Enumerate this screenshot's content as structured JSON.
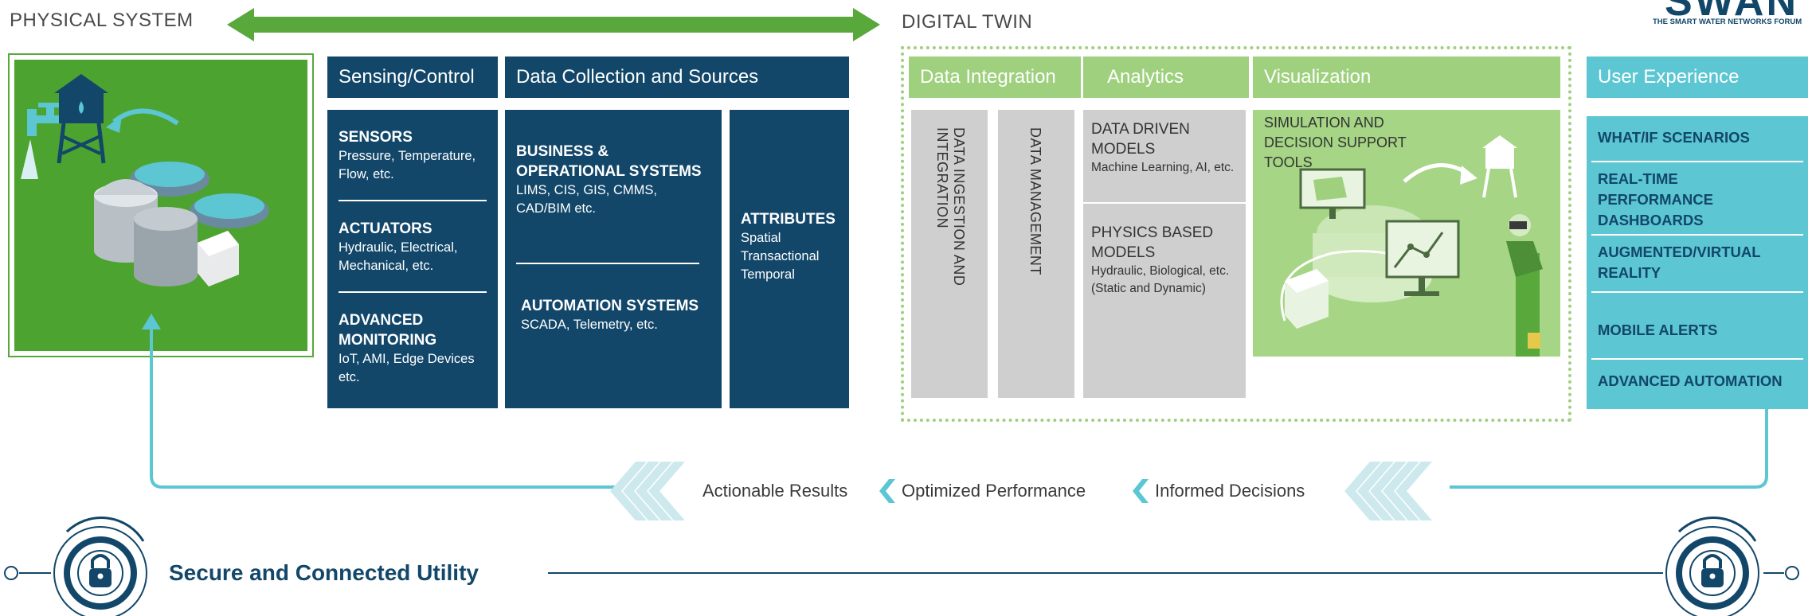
{
  "header": {
    "physical_system": "PHYSICAL SYSTEM",
    "digital_twin": "DIGITAL TWIN",
    "logo_text": "SWAN",
    "logo_sub": "THE SMART WATER NETWORKS FORUM"
  },
  "columns": {
    "sensing": {
      "title": "Sensing/Control",
      "items": [
        {
          "title": "SENSORS",
          "desc": "Pressure, Temperature, Flow, etc."
        },
        {
          "title": "ACTUATORS",
          "desc": "Hydraulic, Electrical, Mechanical, etc."
        },
        {
          "title": "ADVANCED MONITORING",
          "desc": "IoT, AMI, Edge Devices etc."
        }
      ]
    },
    "data_collection": {
      "title": "Data Collection and Sources",
      "business_title": "BUSINESS & OPERATIONAL SYSTEMS",
      "business_desc": "LIMS, CIS, GIS, CMMS, CAD/BIM etc.",
      "automation_title": "AUTOMATION SYSTEMS",
      "automation_desc": "SCADA, Telemetry, etc.",
      "attributes_title": "ATTRIBUTES",
      "attributes_items": [
        "Spatial",
        "Transactional",
        "Temporal"
      ]
    },
    "data_integration": {
      "title": "Data Integration",
      "ingestion": "DATA INGESTION AND INTEGRATION",
      "management": "DATA MANAGEMENT"
    },
    "analytics": {
      "title": "Analytics",
      "data_driven_title": "DATA DRIVEN MODELS",
      "data_driven_desc": "Machine Learning, AI, etc.",
      "physics_title": "PHYSICS BASED MODELS",
      "physics_desc": "Hydraulic, Biological, etc.",
      "physics_note": "(Static and Dynamic)"
    },
    "visualization": {
      "title": "Visualization",
      "caption": "SIMULATION AND DECISION SUPPORT TOOLS"
    },
    "user_experience": {
      "title": "User Experience",
      "items": [
        "WHAT/IF SCENARIOS",
        "REAL-TIME PERFORMANCE DASHBOARDS",
        "AUGMENTED/VIRTUAL REALITY",
        "MOBILE ALERTS",
        "ADVANCED AUTOMATION"
      ]
    }
  },
  "feedback": {
    "actionable": "Actionable Results",
    "optimized": "Optimized Performance",
    "informed": "Informed Decisions"
  },
  "footer": {
    "secure": "Secure and Connected Utility"
  },
  "colors": {
    "navy": "#12476a",
    "green": "#58a83c",
    "light_green": "#9ed07e",
    "teal": "#5cc6d3",
    "gray": "#cfcfcf"
  },
  "icons": [
    "double-arrow-icon",
    "water-tower-icon",
    "faucet-icon",
    "tank-icon",
    "lock-icon",
    "chevron-left-icon",
    "vr-user-icon",
    "monitor-icon"
  ]
}
